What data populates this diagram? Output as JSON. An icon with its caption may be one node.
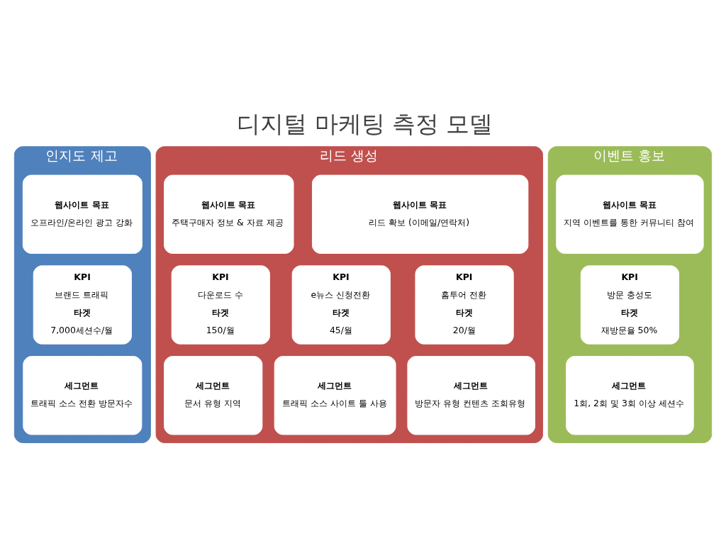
{
  "diagram": {
    "title": "디지털 마케팅 측정 모델",
    "nodes": [
      {
        "text": [
          "인지도 제고"
        ]
      },
      {
        "text": [
          "웹사이트 목표",
          "오프라인/온라인 광고 강화"
        ],
        "in": 0
      },
      {
        "text": [
          "KPI",
          "브랜드 트래픽",
          "타겟",
          "7,000세션수/월"
        ],
        "in": 0
      },
      {
        "text": [
          "세그먼트",
          "트래픽 소스 전환 방문자수"
        ],
        "in": 0
      },
      {
        "text": [
          "리드 생성"
        ]
      },
      {
        "text": [
          "웹사이트 목표",
          "리드 확보 (이메일/연락처)"
        ],
        "in": 4
      },
      {
        "text": [
          "웹사이트 목표",
          "주택구매자 정보 & 자료 제공"
        ],
        "in": 4
      },
      {
        "text": [
          "KPI",
          "e뉴스 신청전환",
          "타겟",
          "45/월"
        ],
        "in": 4
      },
      {
        "text": [
          "KPI",
          "홈투어 전환",
          "타겟",
          "20/월"
        ],
        "in": 4
      },
      {
        "text": [
          "KPI",
          "다운로드 수",
          "타겟",
          "150/월"
        ],
        "in": 4
      },
      {
        "text": [
          "세그먼트",
          "트래픽 소스 사이트 툴 사용"
        ],
        "in": 4
      },
      {
        "text": [
          "세그먼트",
          "방문자 유형 컨텐츠 조회유형"
        ],
        "in": 4
      },
      {
        "text": [
          "세그먼트",
          "문서 유형 지역"
        ],
        "in": 4
      },
      {
        "text": [
          "이벤트 홍보"
        ]
      },
      {
        "text": [
          "웹사이트 목표",
          "지역 이벤트를 통한 커뮤니티 참여"
        ],
        "in": 13
      },
      {
        "text": [
          "KPI",
          "방문 충성도",
          "타겟",
          "재방문율 50%"
        ],
        "in": 13
      },
      {
        "text": [
          "세그먼트",
          "1회, 2회 및 3회 이상 세션수"
        ],
        "in": 13
      }
    ]
  }
}
